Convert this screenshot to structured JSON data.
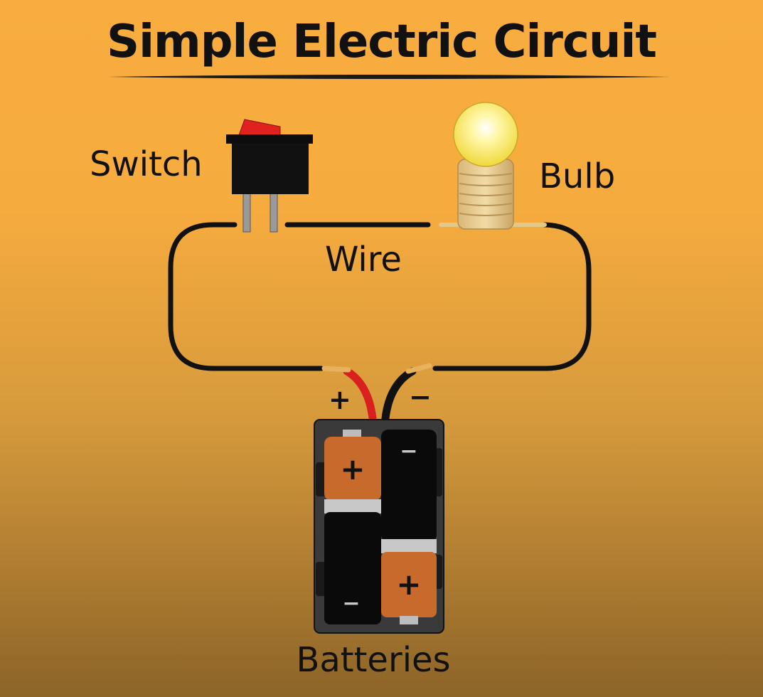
{
  "title": "Simple Electric Circuit",
  "labels": {
    "switch": "Switch",
    "bulb": "Bulb",
    "wire": "Wire",
    "batteries": "Batteries"
  },
  "terminals": {
    "positive": "+",
    "negative": "−"
  },
  "battery_marks": {
    "left_top": "+",
    "left_bottom": "−",
    "right_top": "−",
    "right_bottom": "+"
  },
  "colors": {
    "wire": "#111111",
    "positive_wire": "#d8201f",
    "switch_rocker": "#e0221f",
    "bulb_glow": "#fbf06a",
    "battery_copper": "#c86a2c",
    "battery_body": "#0a0a0a",
    "holder": "#3a3a3a"
  }
}
